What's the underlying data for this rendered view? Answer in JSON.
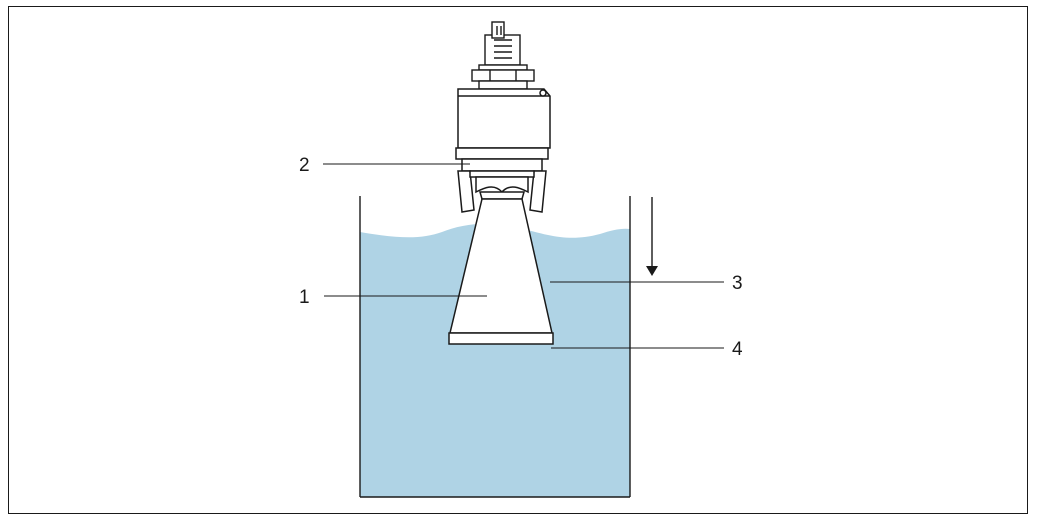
{
  "diagram": {
    "callouts": [
      {
        "id": "1",
        "label": "1"
      },
      {
        "id": "2",
        "label": "2"
      },
      {
        "id": "3",
        "label": "3"
      },
      {
        "id": "4",
        "label": "4"
      }
    ],
    "colors": {
      "liquid": "#afd3e5",
      "outline": "#1a1a1a",
      "device_fill": "#ffffff"
    }
  }
}
